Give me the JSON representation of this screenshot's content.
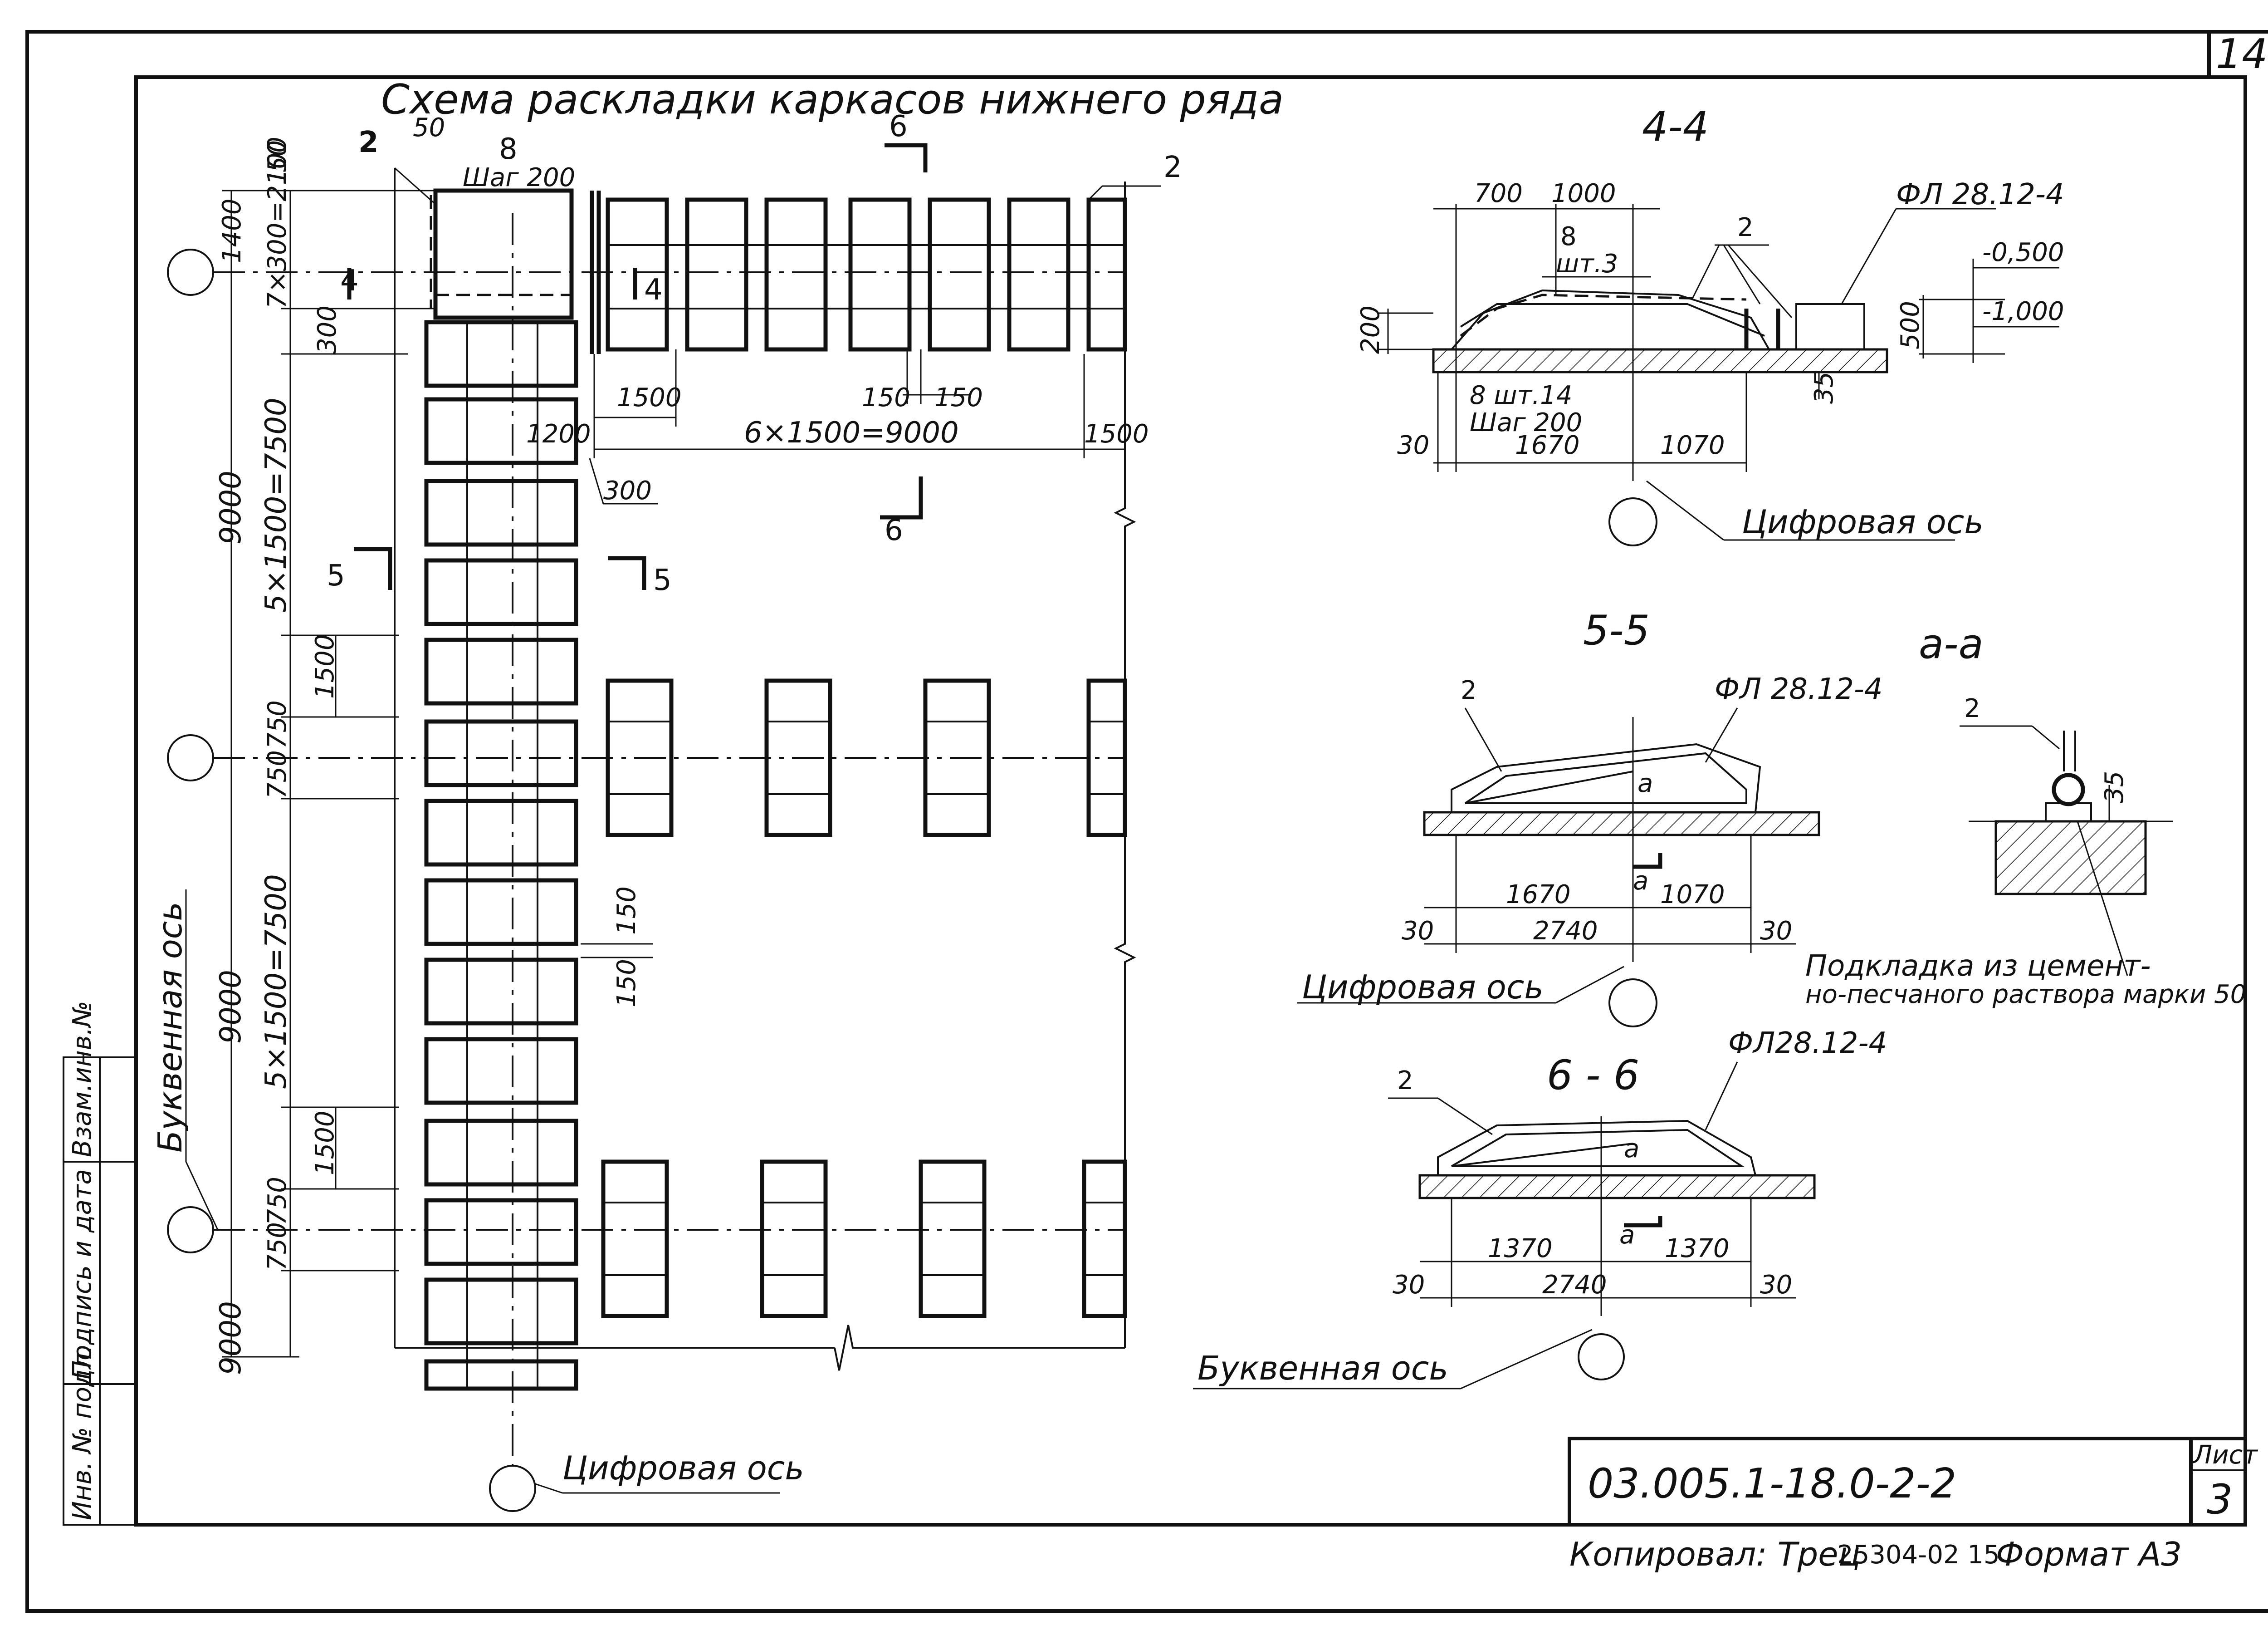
{
  "sheet": {
    "corner_number": "14",
    "stamp_code": "03.005.1-18.0-2-2",
    "sheet_label": "Лист",
    "sheet_number": "3",
    "copied_by": "Копировал: Трец",
    "order_number": "25304-02 15",
    "format": "Формат А3",
    "side_columns": [
      "Инв. № подл.",
      "Подпись и дата",
      "Взам.инв.№"
    ]
  },
  "plan": {
    "title": "Схема раскладки каркасов нижнего ряда",
    "leader_label_2": "2",
    "marker_8": "8",
    "step_note": "Шаг 200",
    "top_dims": [
      "50",
      "50"
    ],
    "left_dims": [
      "1400",
      "7×300=2100",
      "300",
      "9000",
      "5×1500=7500",
      "1500",
      "750",
      "750",
      "9000",
      "5×1500=7500",
      "1500",
      "750",
      "750",
      "9000"
    ],
    "inner_dims": [
      "1500",
      "150",
      "150",
      "1200",
      "6×1500=9000",
      "1500",
      "300",
      "150",
      "150"
    ],
    "section_marks": [
      "4",
      "4",
      "5",
      "5",
      "6",
      "6"
    ],
    "letter_axis_label": "Буквенная ось",
    "digit_axis_label": "Цифровая ось"
  },
  "section_4": {
    "title": "4-4",
    "dims_top": [
      "700",
      "1000"
    ],
    "dims_bottom": [
      "30",
      "1670",
      "1070"
    ],
    "dims_side": [
      "200",
      "500",
      "35"
    ],
    "levels": [
      "-0,500",
      "-1,000"
    ],
    "labels": [
      "8",
      "шт.3",
      "2",
      "ФЛ 28.12-4",
      "8 шт.14",
      "Шаг 200"
    ],
    "axis_label": "Цифровая ось"
  },
  "section_5": {
    "title": "5-5",
    "labels": [
      "2",
      "ФЛ 28.12-4",
      "а",
      "а"
    ],
    "dims": [
      "1670",
      "1070",
      "30",
      "2740",
      "30"
    ],
    "axis_label": "Цифровая ось"
  },
  "section_a": {
    "title": "а-а",
    "labels": [
      "2",
      "35"
    ],
    "note_line1": "Подкладка из цемент-",
    "note_line2": "но-песчаного раствора марки 50"
  },
  "section_6": {
    "title": "6 - 6",
    "labels": [
      "2",
      "ФЛ28.12-4",
      "а",
      "а"
    ],
    "dims": [
      "1370",
      "1370",
      "30",
      "2740",
      "30"
    ],
    "axis_label": "Буквенная ось"
  }
}
